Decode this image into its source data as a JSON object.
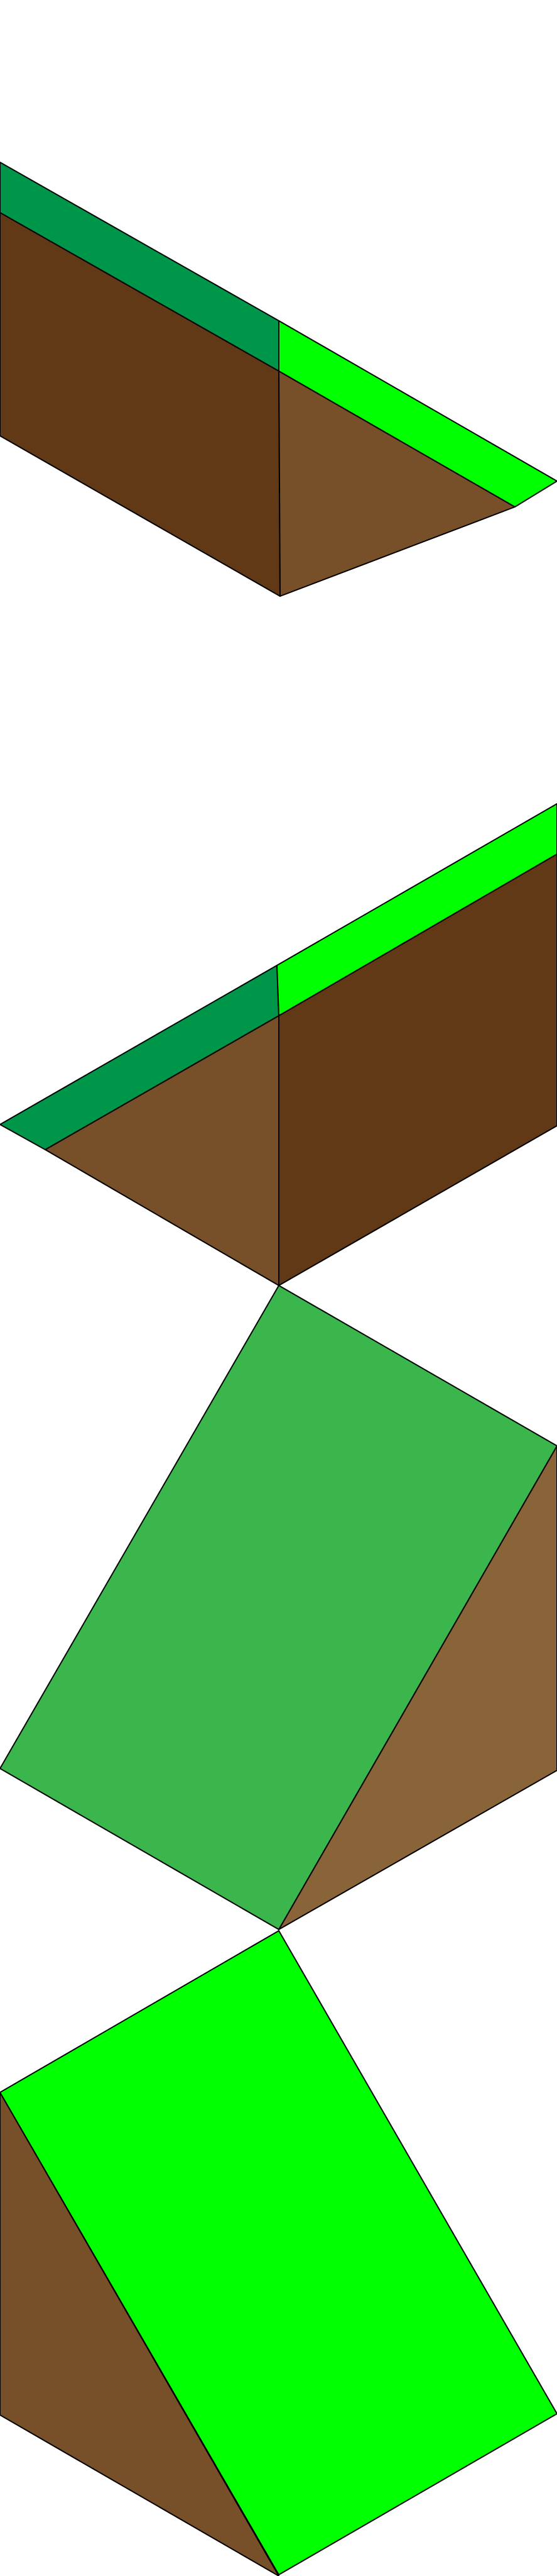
{
  "colors": {
    "background": "#ffffff",
    "outline": "#000000",
    "grass_dark": "#00964a",
    "grass_bright": "#00ff00",
    "grass_mid": "#3bb64c",
    "dirt_dark": "#623916",
    "dirt_light": "#774f28",
    "dirt_sunlit": "#8a6439"
  },
  "tiles": [
    {
      "name": "slope-tile-down-right"
    },
    {
      "name": "slope-tile-down-left"
    },
    {
      "name": "ramp-tile-rising-right"
    },
    {
      "name": "ramp-tile-rising-left"
    }
  ]
}
